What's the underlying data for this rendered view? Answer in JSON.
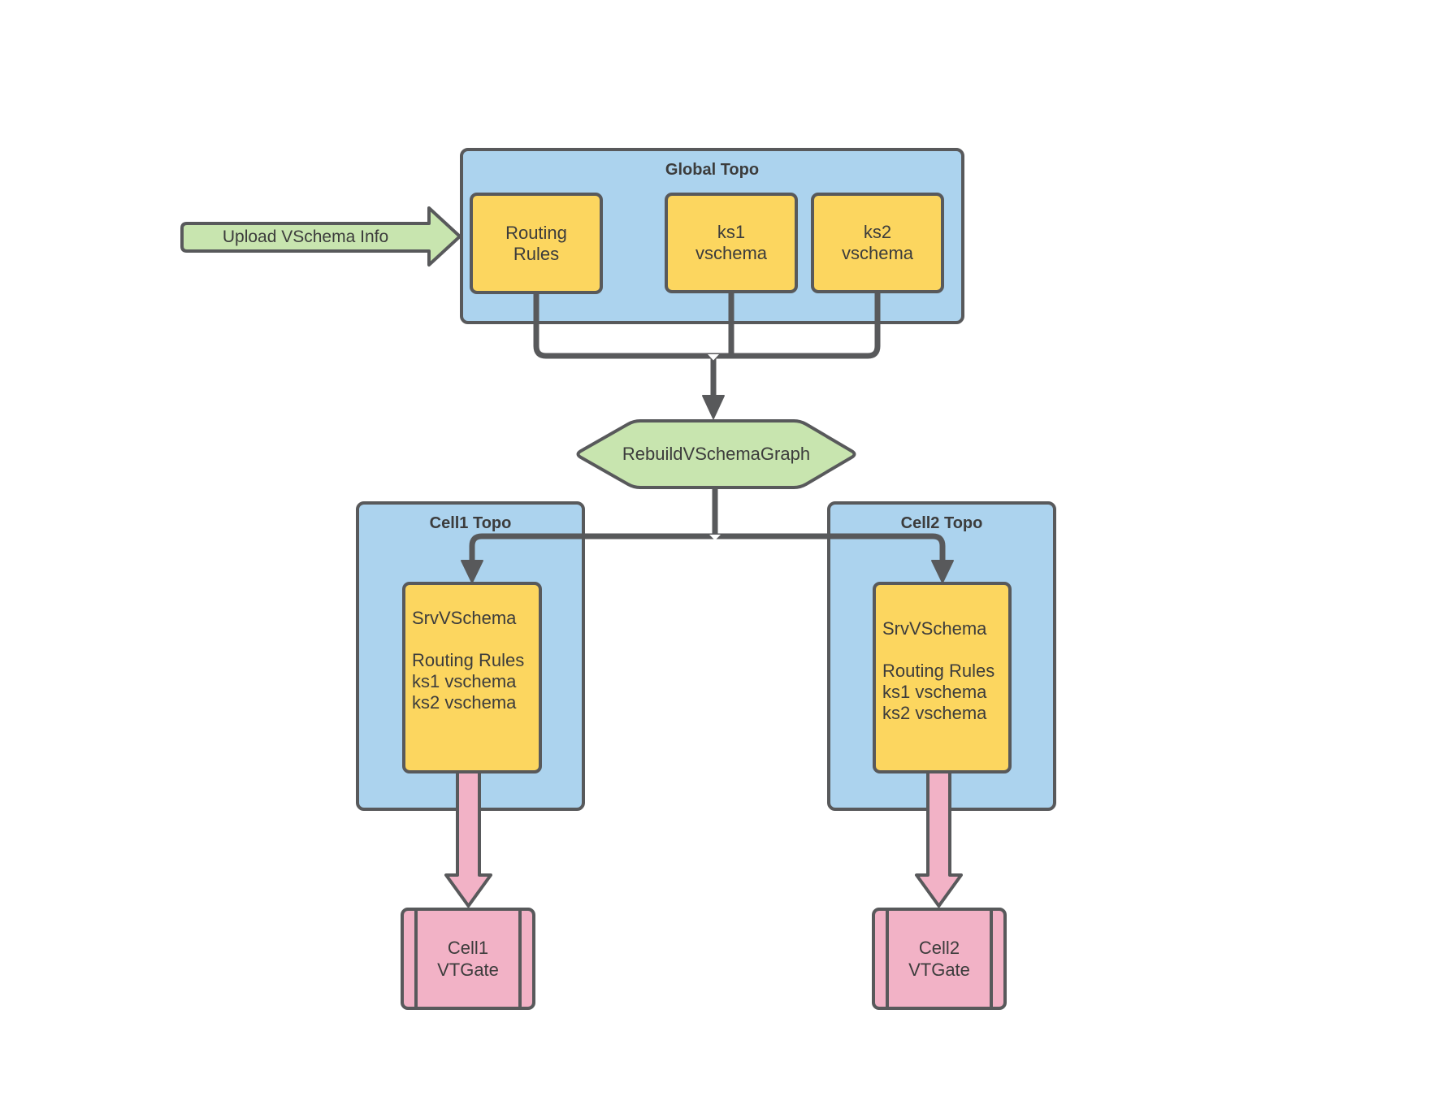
{
  "diagram": {
    "upload_arrow": {
      "label": "Upload VSchema Info"
    },
    "global_topo": {
      "title": "Global Topo",
      "boxes": [
        {
          "label": "Routing\nRules"
        },
        {
          "label": "ks1\nvschema"
        },
        {
          "label": "ks2\nvschema"
        }
      ]
    },
    "rebuild_step": {
      "label": "RebuildVSchemaGraph"
    },
    "cells": [
      {
        "title": "Cell1 Topo",
        "srv_vschema": "SrvVSchema\n\nRouting Rules\nks1 vschema\nks2 vschema",
        "vtgate": "Cell1\nVTGate"
      },
      {
        "title": "Cell2 Topo",
        "srv_vschema": "SrvVSchema\n\nRouting Rules\nks1 vschema\nks2 vschema",
        "vtgate": "Cell2\nVTGate"
      }
    ],
    "colors": {
      "container_blue": "#acd3ee",
      "box_yellow": "#fcd65f",
      "shape_green": "#c8e5af",
      "shape_pink": "#f2b2c6",
      "line_gray": "#58595b",
      "text_dark": "#3c3c3c"
    }
  }
}
